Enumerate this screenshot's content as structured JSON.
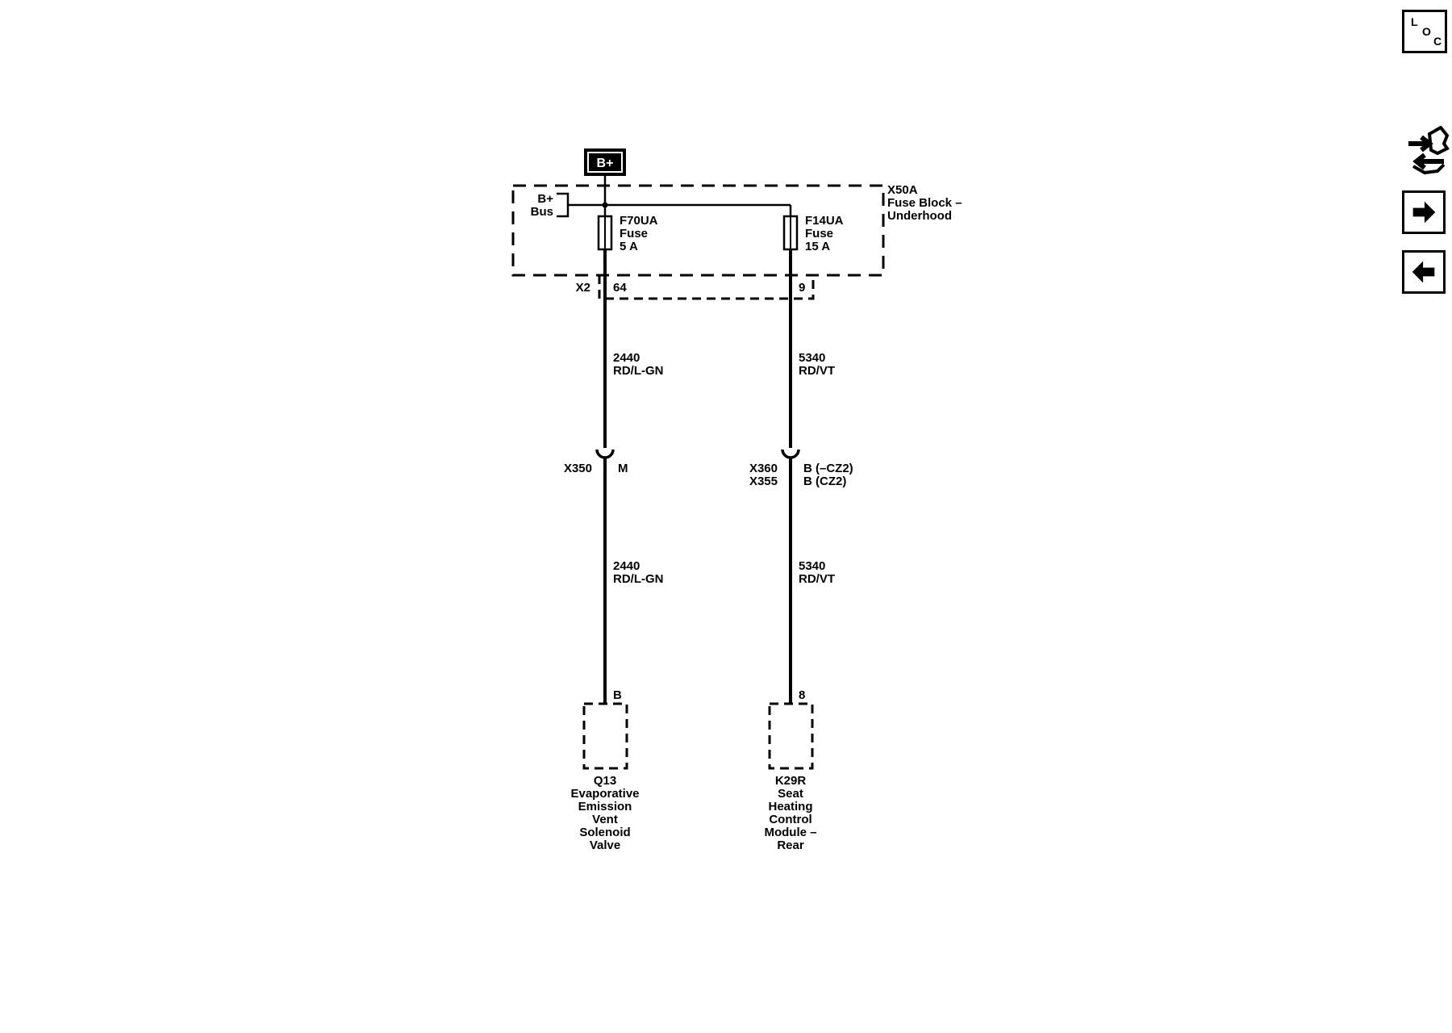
{
  "power_source": {
    "label": "B+"
  },
  "fuse_block": {
    "id": "X50A",
    "name_line1": "Fuse Block –",
    "name_line2": "Underhood",
    "bus_label_line1": "B+",
    "bus_label_line2": "Bus",
    "connector": "X2"
  },
  "fuses": [
    {
      "id": "F70UA",
      "type": "Fuse",
      "rating": "5 A",
      "pin": "64"
    },
    {
      "id": "F14UA",
      "type": "Fuse",
      "rating": "15 A",
      "pin": "9"
    }
  ],
  "circuits": [
    {
      "upper_wire": {
        "number": "2440",
        "color": "RD/L-GN"
      },
      "inline_connector": {
        "ids": [
          "X350"
        ],
        "pins": [
          "M"
        ]
      },
      "lower_wire": {
        "number": "2440",
        "color": "RD/L-GN"
      },
      "component": {
        "pin": "B",
        "name_lines": [
          "Q13",
          "Evaporative",
          "Emission",
          "Vent",
          "Solenoid",
          "Valve"
        ]
      }
    },
    {
      "upper_wire": {
        "number": "5340",
        "color": "RD/VT"
      },
      "inline_connector": {
        "ids": [
          "X360",
          "X355"
        ],
        "pins": [
          "B (–CZ2)",
          "B (CZ2)"
        ]
      },
      "lower_wire": {
        "number": "5340",
        "color": "RD/VT"
      },
      "component": {
        "pin": "8",
        "name_lines": [
          "K29R",
          "Seat",
          "Heating",
          "Control",
          "Module –",
          "Rear"
        ]
      }
    }
  ],
  "nav": {
    "loc_letters": [
      "L",
      "O",
      "C"
    ],
    "icons": [
      "component-locator-icon",
      "connector-swap-icon",
      "next-page-icon",
      "previous-page-icon"
    ]
  }
}
